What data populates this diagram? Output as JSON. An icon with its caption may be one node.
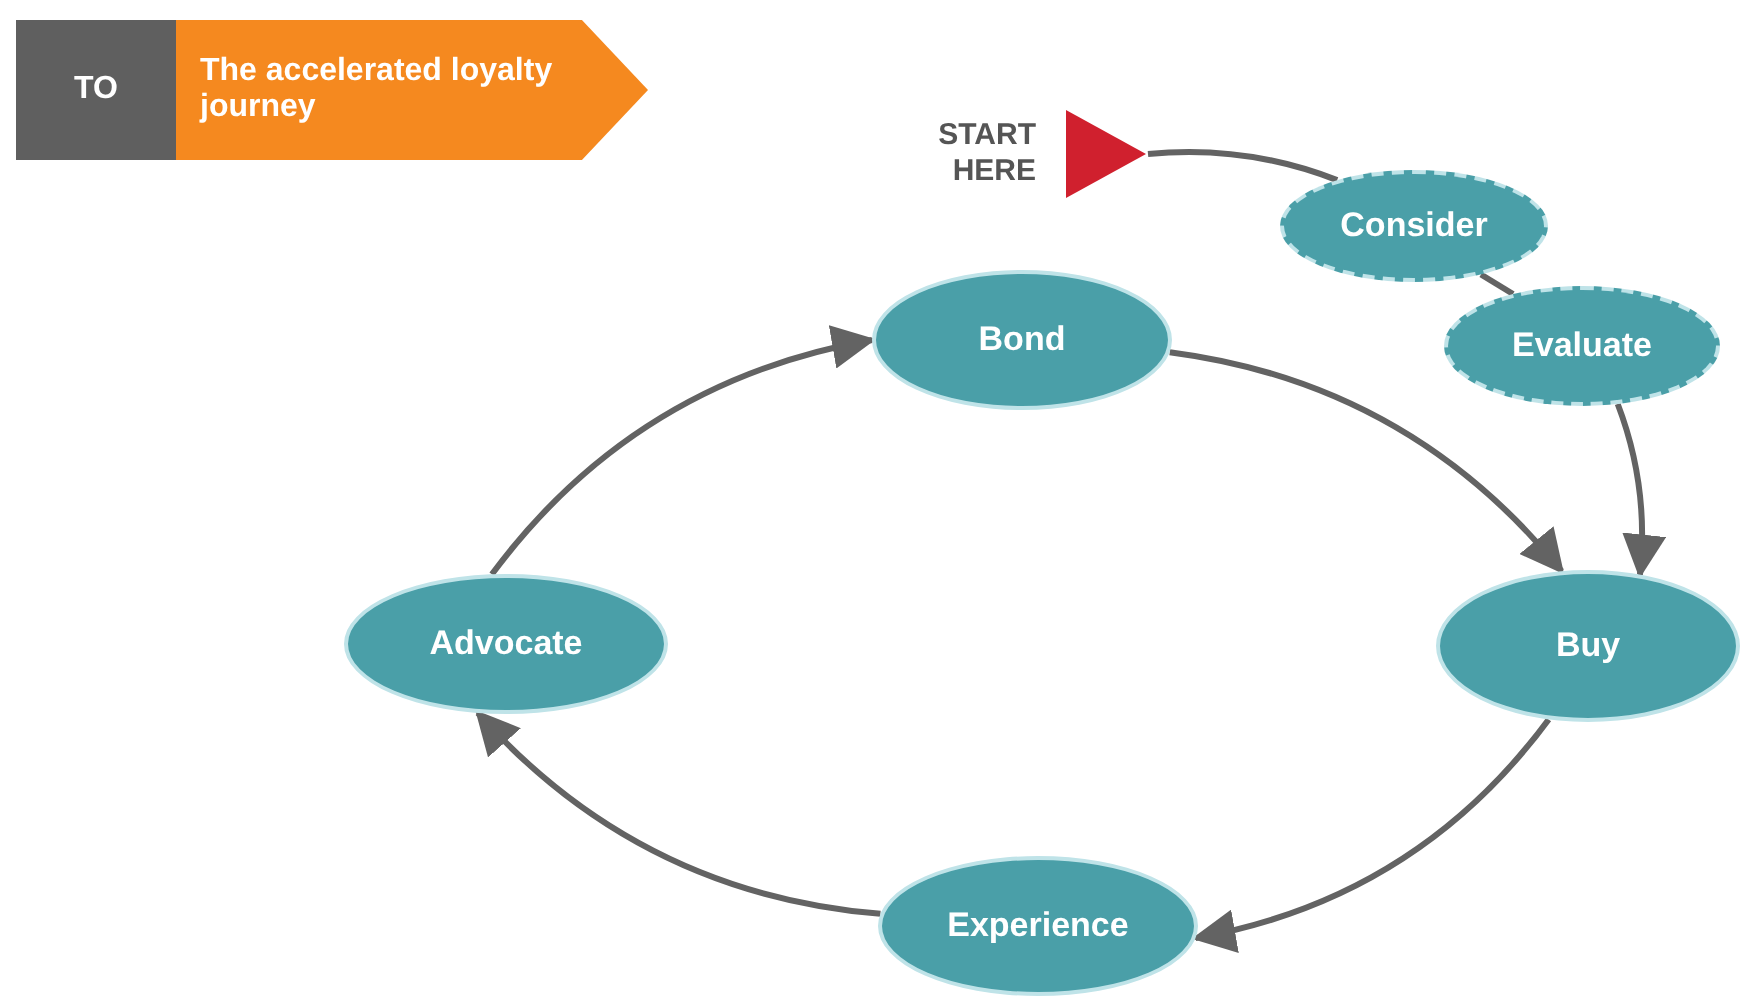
{
  "diagram": {
    "nodes": [
      {
        "text": [
          "TO"
        ]
      },
      {
        "text": [
          "The accelerated loyalty journey"
        ]
      },
      {
        "text": [
          "START HERE"
        ]
      },
      {
        "text": [
          "Consider"
        ]
      },
      {
        "text": [
          "Evaluate"
        ]
      },
      {
        "text": [
          "Bond"
        ]
      },
      {
        "text": [
          "Buy"
        ]
      },
      {
        "text": [
          "Advocate"
        ]
      },
      {
        "text": [
          "Experience"
        ]
      }
    ],
    "edges": [
      {
        "from": 2,
        "to": 3,
        "arrow": "none"
      },
      {
        "from": 3,
        "to": 4,
        "arrow": "none"
      },
      {
        "from": 4,
        "to": 6,
        "arrow": "to"
      },
      {
        "from": 5,
        "to": 6,
        "arrow": "to"
      },
      {
        "from": 6,
        "to": 8,
        "arrow": "to"
      },
      {
        "from": 8,
        "to": 7,
        "arrow": "to"
      },
      {
        "from": 7,
        "to": 5,
        "arrow": "to"
      }
    ]
  }
}
